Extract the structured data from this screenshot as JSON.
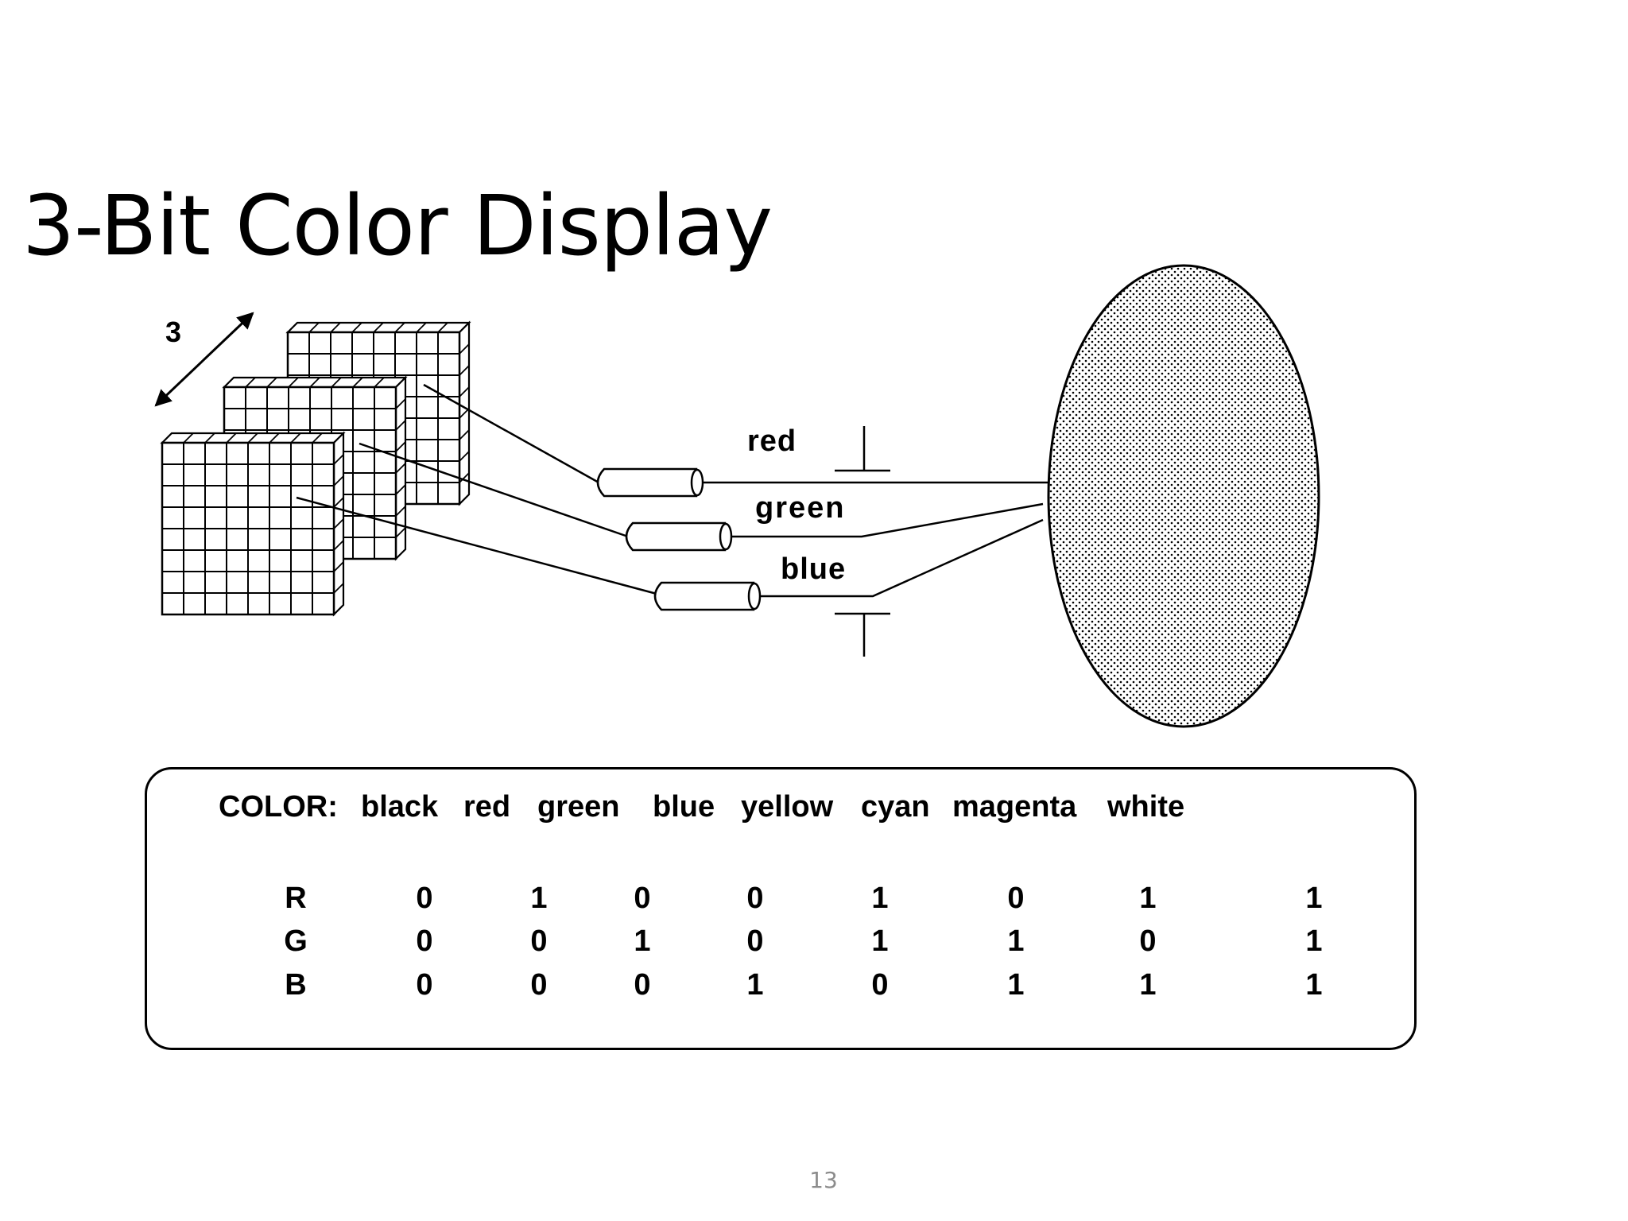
{
  "slide": {
    "title": "3-Bit Color Display",
    "page_number": "13"
  },
  "diagram": {
    "depth_label": "3",
    "gun_labels": [
      "red",
      "green",
      "blue"
    ],
    "screen_fill": "dotted"
  },
  "color_table": {
    "header_label": "COLOR:",
    "colors": [
      "black",
      "red",
      "green",
      "blue",
      "yellow",
      "cyan",
      "magenta",
      "white"
    ],
    "rows": [
      {
        "channel": "R",
        "bits": [
          "0",
          "1",
          "0",
          "0",
          "1",
          "0",
          "1",
          "1"
        ]
      },
      {
        "channel": "G",
        "bits": [
          "0",
          "0",
          "1",
          "0",
          "1",
          "1",
          "0",
          "1"
        ]
      },
      {
        "channel": "B",
        "bits": [
          "0",
          "0",
          "0",
          "1",
          "0",
          "1",
          "1",
          "1"
        ]
      }
    ]
  },
  "colors": {
    "ink": "#000000",
    "background": "#ffffff",
    "page_number": "#8c8c8c"
  }
}
